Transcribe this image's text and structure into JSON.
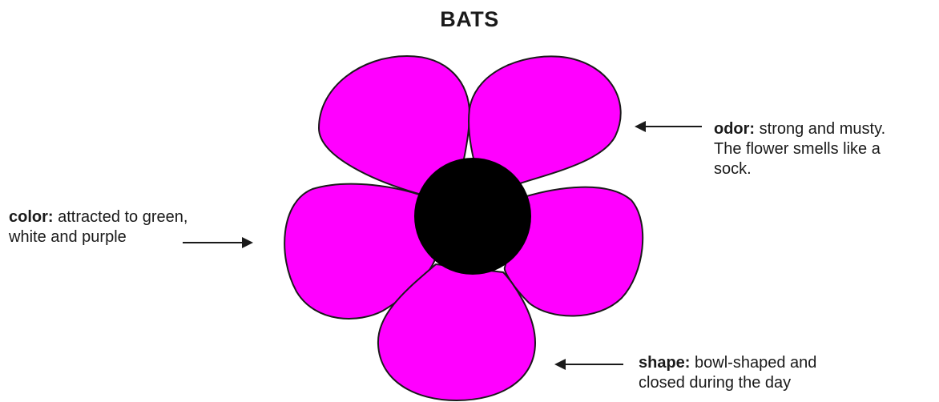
{
  "title": "BATS",
  "colors": {
    "petal": "#FF00FF",
    "center": "#000000",
    "outline": "#1a1a1a"
  },
  "annotations": {
    "odor": {
      "keyword": "odor:",
      "lines": [
        "strong and musty.",
        "The flower smells like a",
        "sock."
      ]
    },
    "color": {
      "keyword": "color:",
      "lines": [
        "attracted to green,",
        "white and purple"
      ]
    },
    "shape": {
      "keyword": "shape:",
      "lines": [
        "bowl-shaped and",
        "closed during the day"
      ]
    }
  }
}
